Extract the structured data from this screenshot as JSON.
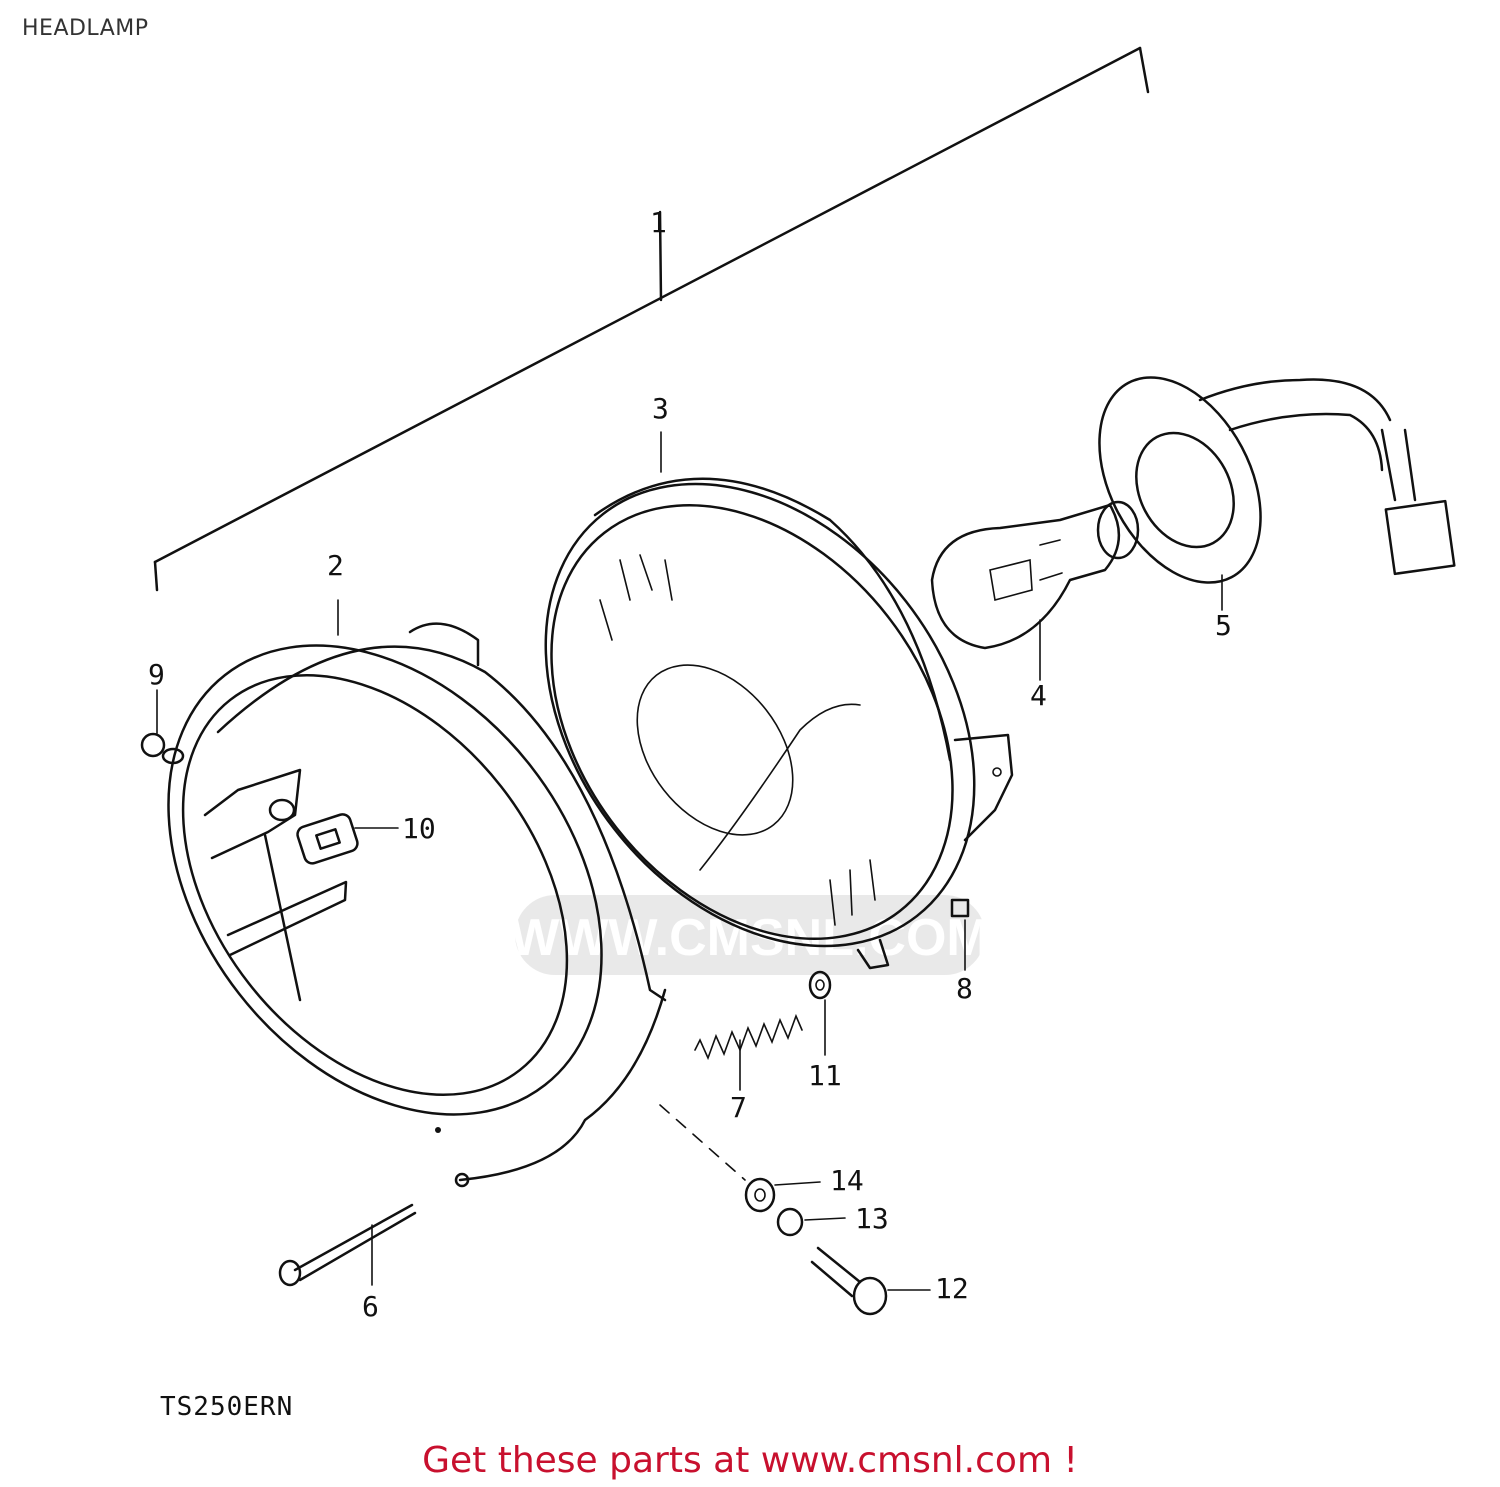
{
  "page": {
    "title": "HEADLAMP"
  },
  "diagram": {
    "model_code": "TS250ERN",
    "callouts": [
      {
        "id": "1",
        "label": "1"
      },
      {
        "id": "2",
        "label": "2"
      },
      {
        "id": "3",
        "label": "3"
      },
      {
        "id": "4",
        "label": "4"
      },
      {
        "id": "5",
        "label": "5"
      },
      {
        "id": "6",
        "label": "6"
      },
      {
        "id": "7",
        "label": "7"
      },
      {
        "id": "8",
        "label": "8"
      },
      {
        "id": "9",
        "label": "9"
      },
      {
        "id": "10",
        "label": "10"
      },
      {
        "id": "11",
        "label": "11"
      },
      {
        "id": "12",
        "label": "12"
      },
      {
        "id": "13",
        "label": "13"
      },
      {
        "id": "14",
        "label": "14"
      }
    ],
    "watermark": "WWW.CMSNL.COM"
  },
  "footer": {
    "promo_text": "Get these parts at www.cmsnl.com !",
    "promo_color": "#c8102e"
  }
}
